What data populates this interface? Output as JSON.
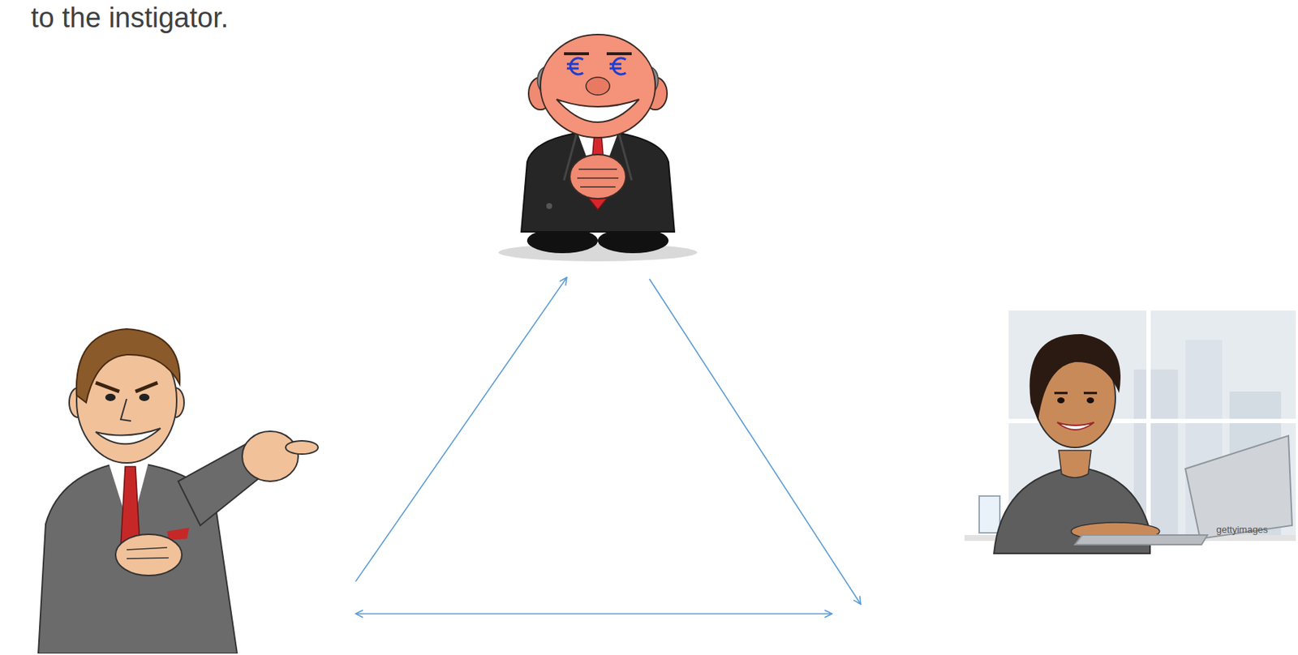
{
  "diagram": {
    "nodes": [
      {
        "text": []
      },
      {
        "text": []
      },
      {
        "text": []
      }
    ],
    "edges": [
      {
        "from": 1,
        "to": 0,
        "arrow": "to"
      },
      {
        "from": 0,
        "to": 2,
        "arrow": "to"
      },
      {
        "from": 1,
        "to": 2,
        "arrow": "both"
      }
    ],
    "labels": [
      "to the instigator.",
      "gettyimages"
    ]
  }
}
